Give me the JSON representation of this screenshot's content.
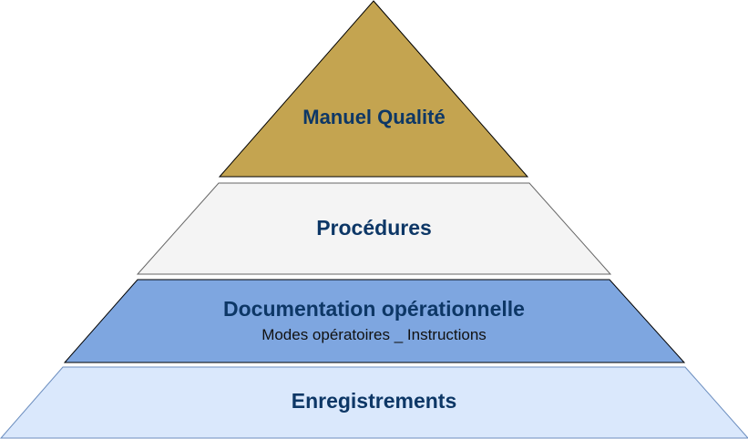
{
  "levels": [
    {
      "title": "Manuel Qualité",
      "fill": "#c4a450",
      "stroke": "#000000"
    },
    {
      "title": "Procédures",
      "fill": "#f4f4f4",
      "stroke": "#666666"
    },
    {
      "title": "Documentation opérationnelle",
      "subtitle": "Modes opératoires _ Instructions",
      "fill": "#7ea6e0",
      "stroke": "#000000"
    },
    {
      "title": "Enregistrements",
      "fill": "#dae8fc",
      "stroke": "#6c8ebf"
    }
  ],
  "text_color": "#0d3766"
}
